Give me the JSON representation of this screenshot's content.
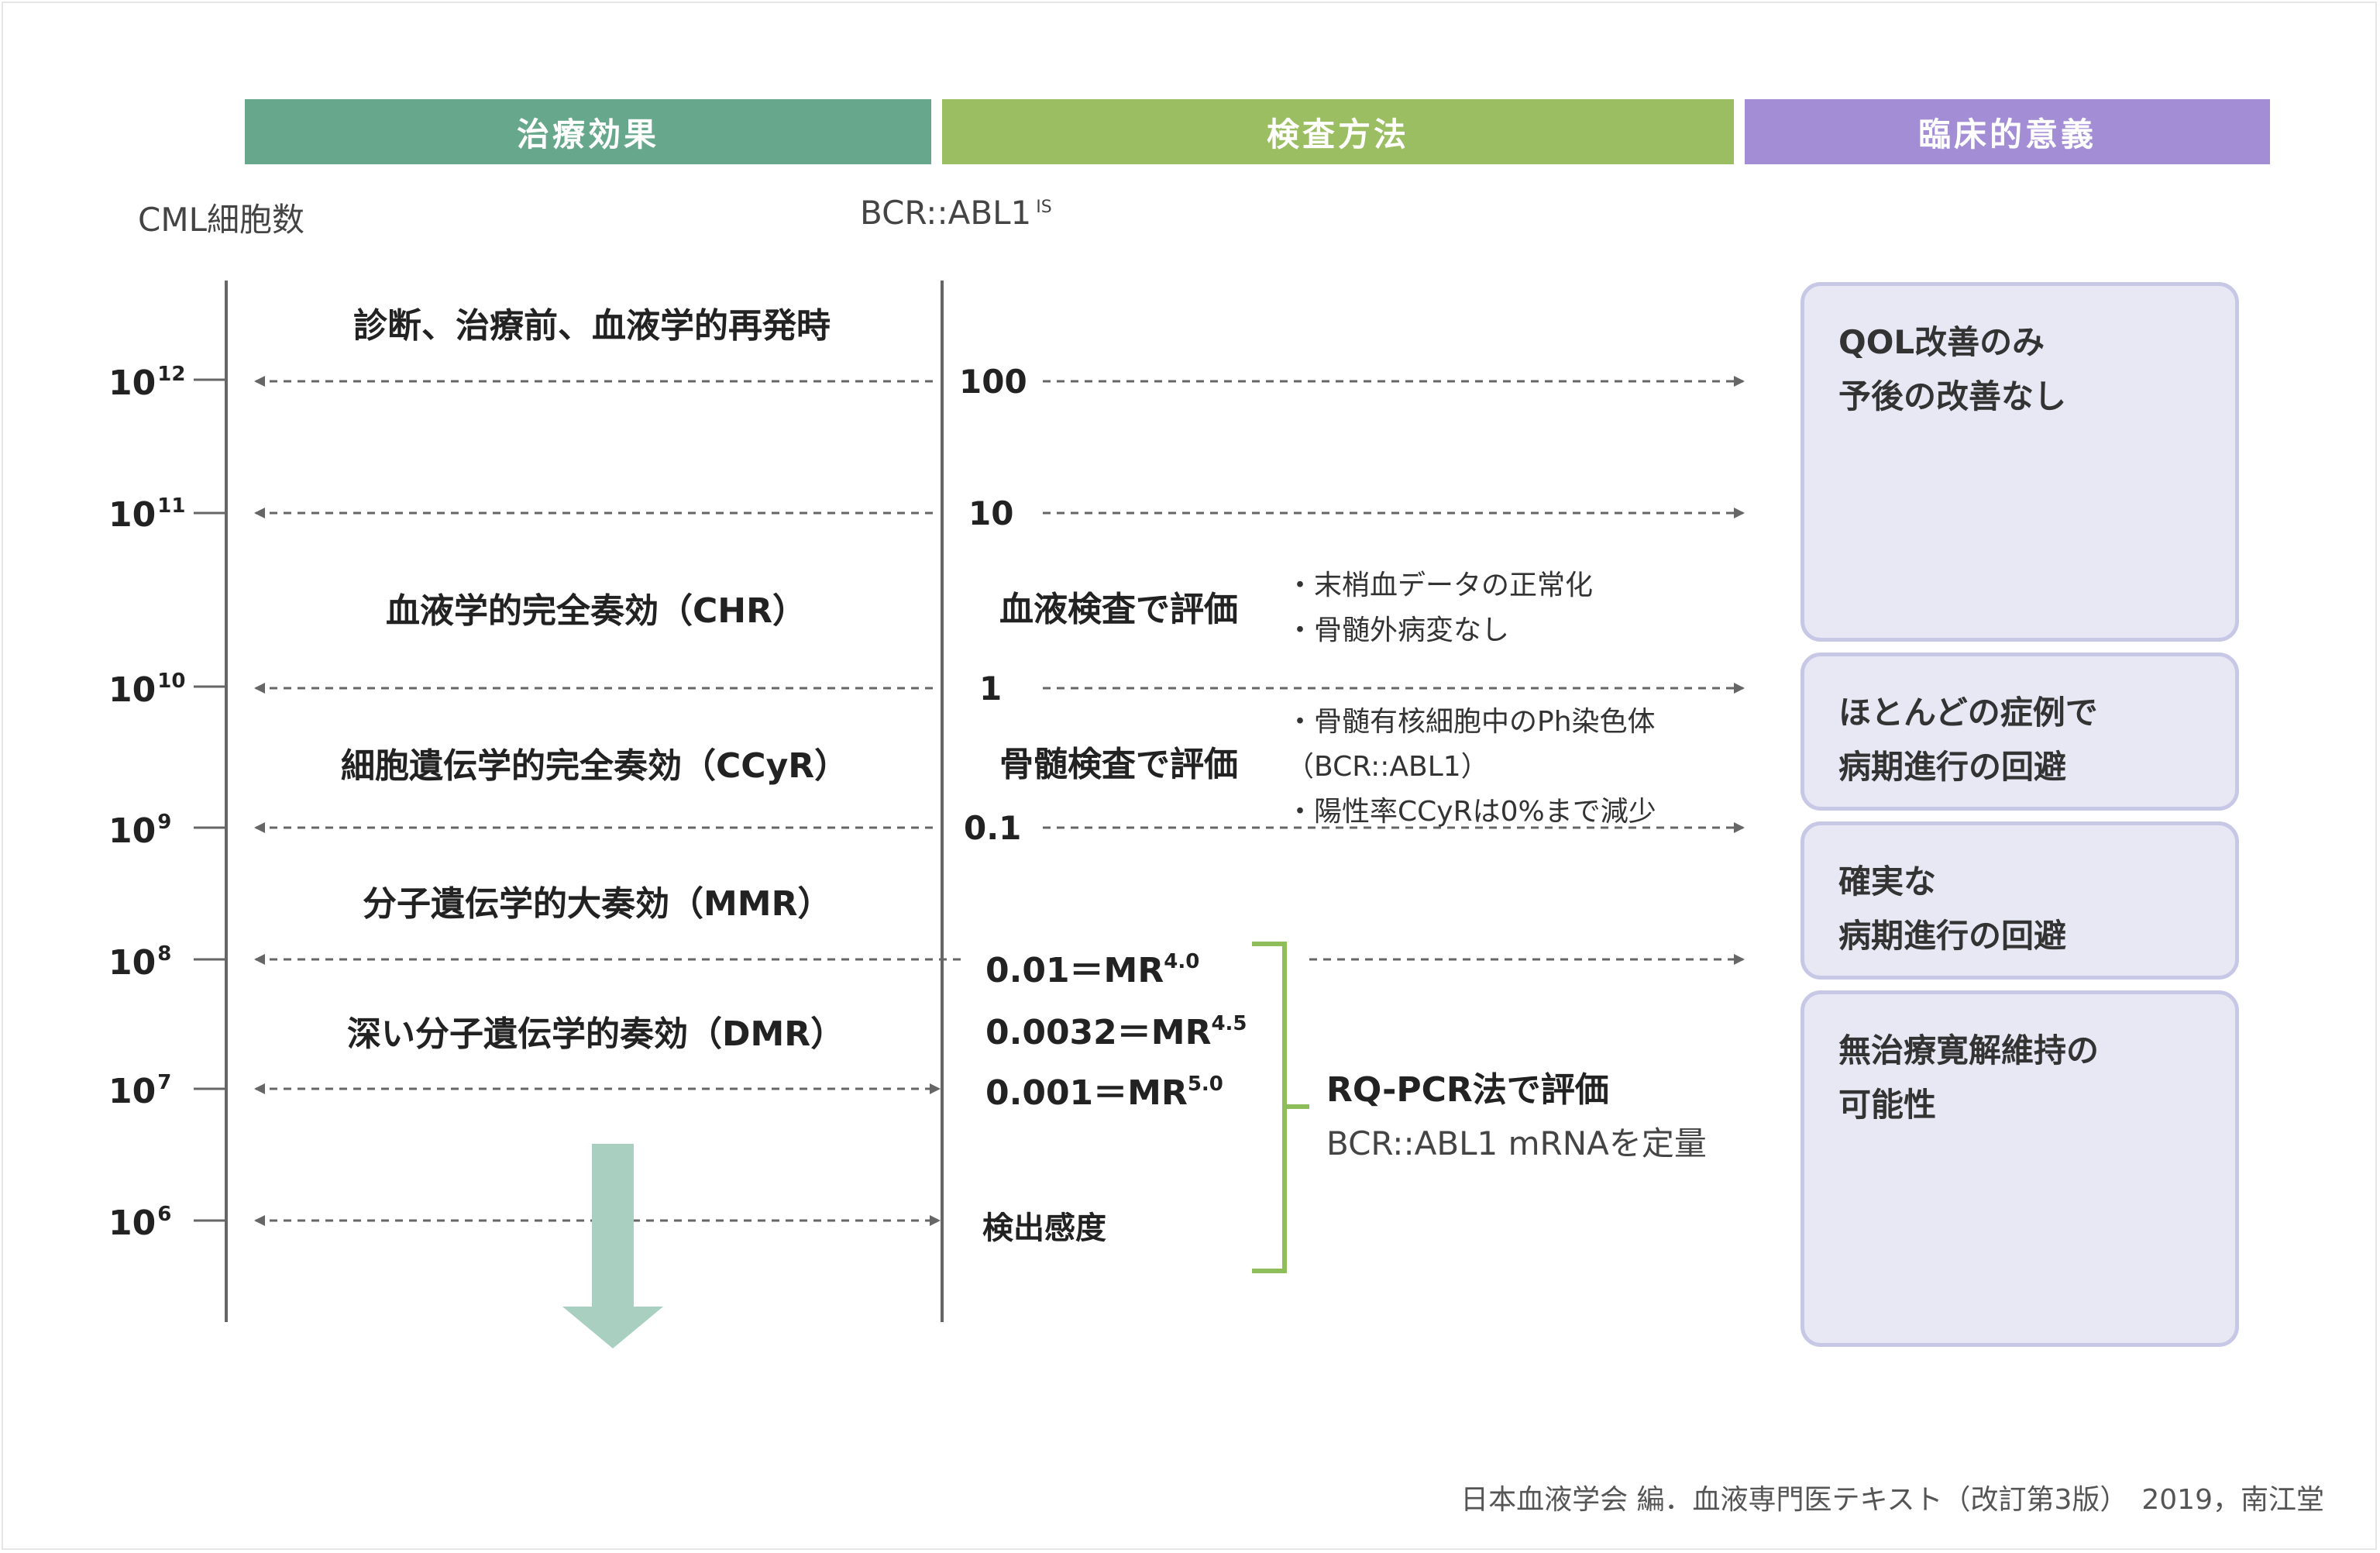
{
  "headers": {
    "effect": "治療効果",
    "method": "検査方法",
    "significance": "臨床的意義"
  },
  "colors": {
    "header_effect": "#67a88c",
    "header_method": "#9bbe62",
    "header_significance": "#a38ed6",
    "box_fill": "#e8e8f5",
    "box_border": "#c7c7e6",
    "bracket": "#8dbe5a",
    "down_arrow": "#a8cfbf",
    "axis_line": "#666666",
    "dash_line": "#666666"
  },
  "labels": {
    "cml_cells": "CML細胞数",
    "bcr_abl": "BCR::ABL1",
    "bcr_abl_sup": "IS"
  },
  "levels": [
    {
      "base": "10",
      "exp": "12",
      "pct": "100"
    },
    {
      "base": "10",
      "exp": "11",
      "pct": "10"
    },
    {
      "base": "10",
      "exp": "10",
      "pct": "1"
    },
    {
      "base": "10",
      "exp": "9",
      "pct": "0.1"
    },
    {
      "base": "10",
      "exp": "8"
    },
    {
      "base": "10",
      "exp": "7"
    },
    {
      "base": "10",
      "exp": "6"
    }
  ],
  "responses": {
    "diagnosis": "診断、治療前、血液学的再発時",
    "chr": "血液学的完全奏効（CHR）",
    "ccyr": "細胞遺伝学的完全奏効（CCyR）",
    "mmr": "分子遺伝学的大奏効（MMR）",
    "dmr": "深い分子遺伝学的奏効（DMR）"
  },
  "methods": {
    "blood_test": "血液検査で評価",
    "blood_notes": [
      "・末梢血データの正常化",
      "・骨髄外病変なし"
    ],
    "marrow_test": "骨髄検査で評価",
    "marrow_notes": [
      "・骨髄有核細胞中のPh染色体",
      "（BCR::ABL1）",
      "・陽性率CCyRは0%まで減少"
    ],
    "mr_levels": [
      {
        "value": "0.01＝MR",
        "sup": "4.0"
      },
      {
        "value": "0.0032＝MR",
        "sup": "4.5"
      },
      {
        "value": "0.001＝MR",
        "sup": "5.0"
      }
    ],
    "detection": "検出感度",
    "rqpcr": "RQ-PCR法で評価",
    "rqpcr_sub": "BCR::ABL1 mRNAを定量"
  },
  "significance": [
    [
      "QOL改善のみ",
      "予後の改善なし"
    ],
    [
      "ほとんどの症例で",
      "病期進行の回避"
    ],
    [
      "確実な",
      "病期進行の回避"
    ],
    [
      "無治療寛解維持の",
      "可能性"
    ]
  ],
  "citation": "日本血液学会 編．血液専門医テキスト（改訂第3版）　2019，南江堂"
}
